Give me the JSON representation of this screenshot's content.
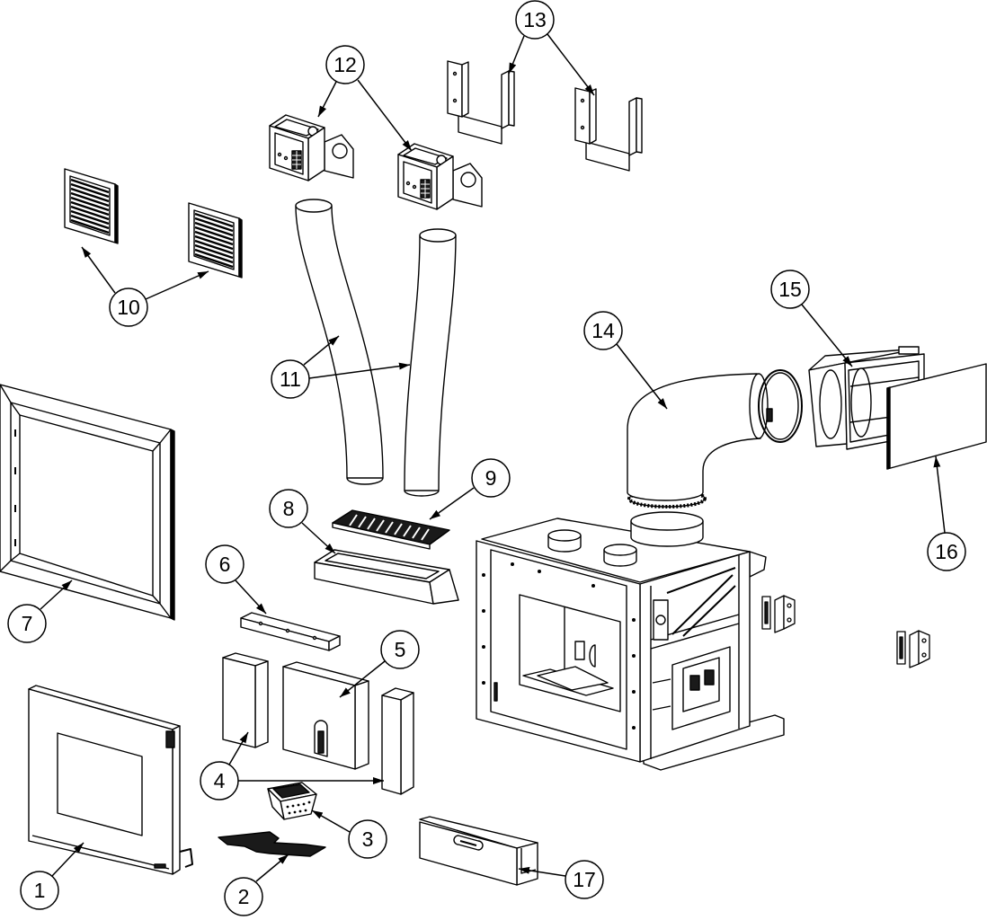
{
  "callouts": [
    "1",
    "2",
    "3",
    "4",
    "5",
    "6",
    "7",
    "8",
    "9",
    "10",
    "11",
    "12",
    "13",
    "14",
    "15",
    "16",
    "17"
  ],
  "colors": {
    "line": "#000000",
    "background": "#ffffff",
    "dark_fill": "#1a1a1a"
  }
}
